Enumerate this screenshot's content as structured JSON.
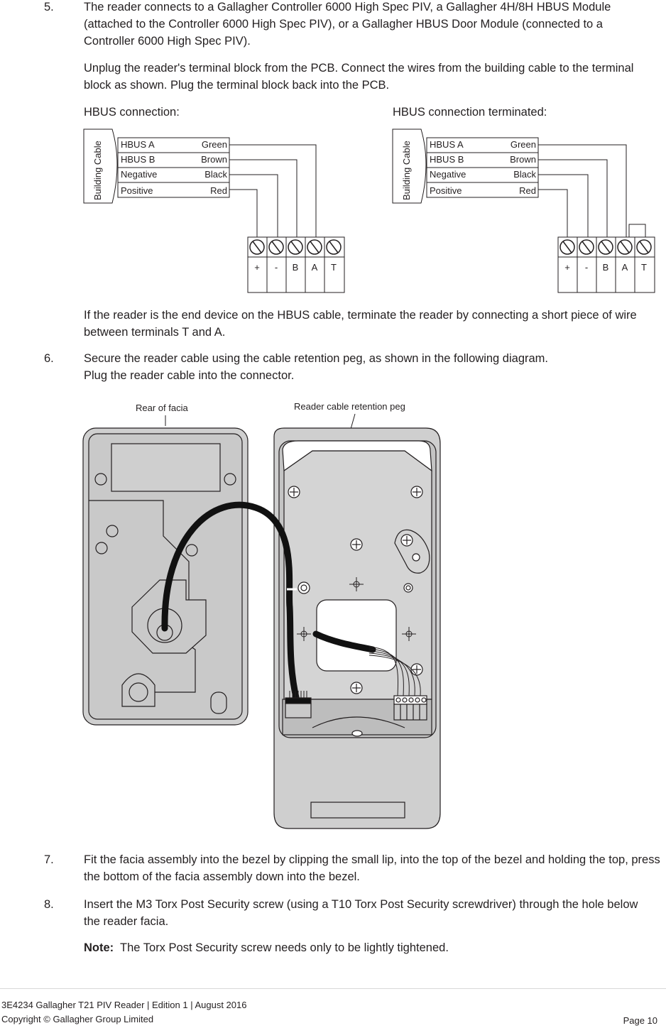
{
  "steps": [
    {
      "num": "5.",
      "text": "The reader connects to a Gallagher Controller 6000 High Spec PIV, a Gallagher 4H/8H HBUS Module (attached to the Controller 6000 High Spec PIV), or a Gallagher HBUS Door Module (connected to a Controller 6000 High Spec PIV).",
      "text2": "Unplug the reader's terminal block from the PCB.  Connect the wires from the building cable to the terminal block as shown.  Plug the terminal block back into the PCB."
    },
    {
      "num": "6.",
      "text": "Secure the reader cable using the cable retention peg, as shown in the following diagram.",
      "text2": "Plug the reader cable into the connector."
    },
    {
      "num": "7.",
      "text": "Fit the facia assembly into the bezel by clipping the small lip, into the top of the bezel and holding the top, press the bottom of the facia assembly down into the bezel."
    },
    {
      "num": "8.",
      "text": "Insert the M3 Torx Post Security screw (using a T10 Torx Post Security screwdriver) through the hole below the reader facia."
    }
  ],
  "hbus": {
    "left_caption": "HBUS connection:",
    "right_caption": "HBUS connection terminated:",
    "cable_label": "Building Cable",
    "wires": [
      {
        "signal": "HBUS A",
        "color": "Green"
      },
      {
        "signal": "HBUS B",
        "color": "Brown"
      },
      {
        "signal": "Negative",
        "color": "Black"
      },
      {
        "signal": "Positive",
        "color": "Red"
      }
    ],
    "terminals": [
      "+",
      "-",
      "B",
      "A",
      "T"
    ]
  },
  "end_device_text": "If the reader is the end device on the HBUS cable, terminate the reader by connecting a short piece of wire between terminals T and A.",
  "figure": {
    "rear_label": "Rear of facia",
    "peg_label": "Reader cable retention peg"
  },
  "note": {
    "label": "Note:",
    "text": "The Torx Post Security screw needs only to be lightly tightened."
  },
  "footer": {
    "doc": "3E4234 Gallagher T21 PIV Reader | Edition 1 | August 2016",
    "copyright": "Copyright © Gallagher Group Limited",
    "page": "Page 10"
  }
}
